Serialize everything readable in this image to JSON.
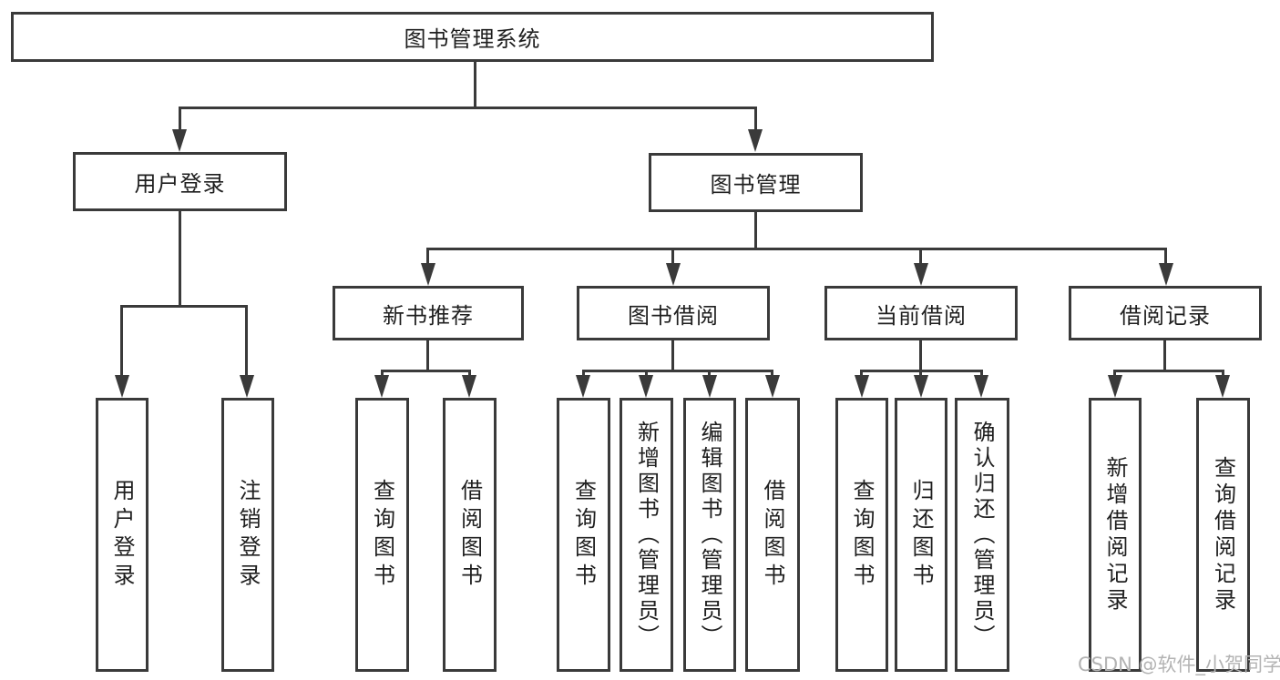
{
  "colors": {
    "line": "#3a3a3a",
    "text": "#1f1f1f",
    "box_fill": "#ffffff",
    "watermark": "#b3b3b3",
    "background": "#ffffff"
  },
  "watermark": "CSDN @软件_小贺同学",
  "nodes": {
    "root": {
      "label": "图书管理系统"
    },
    "user_login_group": {
      "label": "用户登录"
    },
    "book_management": {
      "label": "图书管理"
    },
    "new_book_recommend": {
      "label": "新书推荐"
    },
    "book_borrowing": {
      "label": "图书借阅"
    },
    "current_borrowing": {
      "label": "当前借阅"
    },
    "borrowing_records": {
      "label": "借阅记录"
    },
    "user_login": {
      "label": "用户登录"
    },
    "logout": {
      "label": "注销登录"
    },
    "recommend_query_books": {
      "label": "查询图书"
    },
    "recommend_borrow_books": {
      "label": "借阅图书"
    },
    "borrowing_query_books": {
      "label": "查询图书"
    },
    "borrowing_add_books": {
      "label": "新增图书（管理员）"
    },
    "borrowing_edit_books": {
      "label": "编辑图书（管理员）"
    },
    "borrowing_borrow_books": {
      "label": "借阅图书"
    },
    "current_query_books": {
      "label": "查询图书"
    },
    "current_return_books": {
      "label": "归还图书"
    },
    "current_confirm_return": {
      "label": "确认归还（管理员）"
    },
    "records_add_record": {
      "label": "新增借阅记录"
    },
    "records_query_record": {
      "label": "查询借阅记录"
    }
  },
  "hierarchy": [
    {
      "parent": "图书管理系统",
      "children": [
        "用户登录",
        "图书管理"
      ]
    },
    {
      "parent": "用户登录",
      "children": [
        "用户登录",
        "注销登录"
      ]
    },
    {
      "parent": "图书管理",
      "children": [
        "新书推荐",
        "图书借阅",
        "当前借阅",
        "借阅记录"
      ]
    },
    {
      "parent": "新书推荐",
      "children": [
        "查询图书",
        "借阅图书"
      ]
    },
    {
      "parent": "图书借阅",
      "children": [
        "查询图书",
        "新增图书（管理员）",
        "编辑图书（管理员）",
        "借阅图书"
      ]
    },
    {
      "parent": "当前借阅",
      "children": [
        "查询图书",
        "归还图书",
        "确认归还（管理员）"
      ]
    },
    {
      "parent": "借阅记录",
      "children": [
        "新增借阅记录",
        "查询借阅记录"
      ]
    }
  ]
}
